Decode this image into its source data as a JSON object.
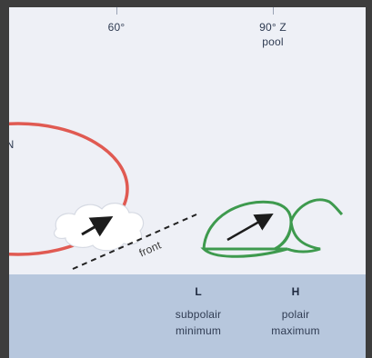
{
  "axis": {
    "lat_60": "60°",
    "lat_90": "90° Z",
    "lat_90_sub": "pool",
    "edge_letter": "N"
  },
  "front_label": "front",
  "pressure": {
    "low_letter": "L",
    "low_line1": "subpolair",
    "low_line2": "minimum",
    "high_letter": "H",
    "high_line1": "polair",
    "high_line2": "maximum"
  },
  "colors": {
    "low_ellipse": "#e05a52",
    "high_shape": "#3e9a4e",
    "band": "#b7c7dd",
    "background": "#eef0f6"
  }
}
